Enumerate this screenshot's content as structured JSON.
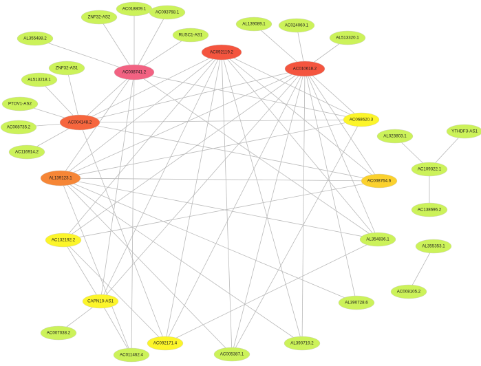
{
  "colors": {
    "green": "#ccf25a",
    "yellow": "#fcf52a",
    "gold": "#fbd12e",
    "orange": "#f68636",
    "red_orange": "#f6663e",
    "red": "#f4553f",
    "pink": "#f26282",
    "edge": "#b9b9b9"
  },
  "nodes": [
    {
      "id": "AC008741.2",
      "label": "AC008741.2",
      "color": "pink",
      "hub": true
    },
    {
      "id": "AC092119.2",
      "label": "AC092119.2",
      "color": "red",
      "hub": true
    },
    {
      "id": "AC010618.2",
      "label": "AC010618.2",
      "color": "red",
      "hub": true
    },
    {
      "id": "AC004148.2",
      "label": "AC004148.2",
      "color": "red_orange",
      "hub": true
    },
    {
      "id": "AL139123.1",
      "label": "AL139123.1",
      "color": "orange",
      "hub": true
    },
    {
      "id": "AC068620.3",
      "label": "AC068620.3",
      "color": "yellow",
      "hub": false
    },
    {
      "id": "AC008764.6",
      "label": "AC008764.6",
      "color": "gold",
      "hub": false
    },
    {
      "id": "AC132192.2",
      "label": "AC132192.2",
      "color": "yellow",
      "hub": false
    },
    {
      "id": "CAPN10-AS1",
      "label": "CAPN10-AS1",
      "color": "yellow",
      "hub": false
    },
    {
      "id": "AC092171.4",
      "label": "AC092171.4",
      "color": "yellow",
      "hub": false
    },
    {
      "id": "AL354836.1",
      "label": "AL354836.1",
      "color": "green",
      "hub": false
    },
    {
      "id": "AL390728.6",
      "label": "AL390728.6",
      "color": "green",
      "hub": false
    },
    {
      "id": "AL390719.2",
      "label": "AL390719.2",
      "color": "green",
      "hub": false
    },
    {
      "id": "AC005387.1",
      "label": "AC005387.1",
      "color": "green",
      "hub": false
    },
    {
      "id": "AC011462.4",
      "label": "AC011462.4",
      "color": "green",
      "hub": false
    },
    {
      "id": "AC007038.2",
      "label": "AC007038.2",
      "color": "green",
      "hub": false
    },
    {
      "id": "AC116914.2",
      "label": "AC116914.2",
      "color": "green",
      "hub": false
    },
    {
      "id": "AC008735.2",
      "label": "AC008735.2",
      "color": "green",
      "hub": false
    },
    {
      "id": "PTOV1-AS2",
      "label": "PTOV1-AS2",
      "color": "green",
      "hub": false
    },
    {
      "id": "AL513218.1",
      "label": "AL513218.1",
      "color": "green",
      "hub": false
    },
    {
      "id": "ZNF32-AS1",
      "label": "ZNF32-AS1",
      "color": "green",
      "hub": false
    },
    {
      "id": "AL355488.2",
      "label": "AL355488.2",
      "color": "green",
      "hub": false
    },
    {
      "id": "ZNF32-AS2",
      "label": "ZNF32-AS2",
      "color": "green",
      "hub": false
    },
    {
      "id": "AC018809.1",
      "label": "AC018809.1",
      "color": "green",
      "hub": false
    },
    {
      "id": "AC093768.1",
      "label": "AC093768.1",
      "color": "green",
      "hub": false
    },
    {
      "id": "RUSC1-AS1",
      "label": "RUSC1-AS1",
      "color": "green",
      "hub": false
    },
    {
      "id": "AL139089.1",
      "label": "AL139089.1",
      "color": "green",
      "hub": false
    },
    {
      "id": "AC024060.1",
      "label": "AC024060.1",
      "color": "green",
      "hub": false
    },
    {
      "id": "AL513320.1",
      "label": "AL513320.1",
      "color": "green",
      "hub": false
    },
    {
      "id": "AL023803.1",
      "label": "AL023803.1",
      "color": "green",
      "hub": false
    },
    {
      "id": "YTHDF3-AS1",
      "label": "YTHDF3-AS1",
      "color": "green",
      "hub": false
    },
    {
      "id": "AC109322.1",
      "label": "AC109322.1",
      "color": "green",
      "hub": false
    },
    {
      "id": "AC138696.2",
      "label": "AC138696.2",
      "color": "green",
      "hub": false
    },
    {
      "id": "AL355353.1",
      "label": "AL355353.1",
      "color": "green",
      "hub": false
    },
    {
      "id": "AC008105.2",
      "label": "AC008105.2",
      "color": "green",
      "hub": false
    }
  ],
  "edges": [
    [
      "AC008741.2",
      "AL355488.2"
    ],
    [
      "AC008741.2",
      "ZNF32-AS2"
    ],
    [
      "AC008741.2",
      "AC018809.1"
    ],
    [
      "AC008741.2",
      "AC093768.1"
    ],
    [
      "AC008741.2",
      "RUSC1-AS1"
    ],
    [
      "AC008741.2",
      "AC004148.2"
    ],
    [
      "AC008741.2",
      "AL139123.1"
    ],
    [
      "AC008741.2",
      "AC068620.3"
    ],
    [
      "AC008741.2",
      "AL354836.1"
    ],
    [
      "AC008741.2",
      "AC011462.4"
    ],
    [
      "AC008741.2",
      "CAPN10-AS1"
    ],
    [
      "AC092119.2",
      "AC004148.2"
    ],
    [
      "AC092119.2",
      "AL139123.1"
    ],
    [
      "AC092119.2",
      "AC132192.2"
    ],
    [
      "AC092119.2",
      "CAPN10-AS1"
    ],
    [
      "AC092119.2",
      "AC068620.3"
    ],
    [
      "AC092119.2",
      "AC008764.6"
    ],
    [
      "AC092119.2",
      "AL354836.1"
    ],
    [
      "AC092119.2",
      "AL390719.2"
    ],
    [
      "AC092119.2",
      "AC092171.4"
    ],
    [
      "AC092119.2",
      "AC005387.1"
    ],
    [
      "AC010618.2",
      "AC024060.1"
    ],
    [
      "AC010618.2",
      "AL513320.1"
    ],
    [
      "AC010618.2",
      "AL139089.1"
    ],
    [
      "AC010618.2",
      "AC004148.2"
    ],
    [
      "AC010618.2",
      "AL139123.1"
    ],
    [
      "AC010618.2",
      "AC068620.3"
    ],
    [
      "AC010618.2",
      "AC008764.6"
    ],
    [
      "AC010618.2",
      "AL354836.1"
    ],
    [
      "AC010618.2",
      "AL390728.6"
    ],
    [
      "AC010618.2",
      "AL390719.2"
    ],
    [
      "AC010618.2",
      "AC092171.4"
    ],
    [
      "AC010618.2",
      "AC005387.1"
    ],
    [
      "AC010618.2",
      "AC132192.2"
    ],
    [
      "AC010618.2",
      "CAPN10-AS1"
    ],
    [
      "AC004148.2",
      "PTOV1-AS2"
    ],
    [
      "AC004148.2",
      "AC008735.2"
    ],
    [
      "AC004148.2",
      "AL513218.1"
    ],
    [
      "AC004148.2",
      "ZNF32-AS1"
    ],
    [
      "AC004148.2",
      "AC116914.2"
    ],
    [
      "AC004148.2",
      "AC068620.3"
    ],
    [
      "AC004148.2",
      "AC008764.6"
    ],
    [
      "AC004148.2",
      "AC092171.4"
    ],
    [
      "AL139123.1",
      "AC068620.3"
    ],
    [
      "AL139123.1",
      "AC008764.6"
    ],
    [
      "AL139123.1",
      "AL354836.1"
    ],
    [
      "AL139123.1",
      "AL390728.6"
    ],
    [
      "AL139123.1",
      "AL390719.2"
    ],
    [
      "AL139123.1",
      "AC005387.1"
    ],
    [
      "AL139123.1",
      "AC011462.4"
    ],
    [
      "AC132192.2",
      "AC008764.6"
    ],
    [
      "AC132192.2",
      "CAPN10-AS1"
    ],
    [
      "AC132192.2",
      "AC092171.4"
    ],
    [
      "CAPN10-AS1",
      "AC007038.2"
    ],
    [
      "CAPN10-AS1",
      "AC011462.4"
    ],
    [
      "AC092171.4",
      "AL354836.1"
    ],
    [
      "AC005387.1",
      "AC068620.3"
    ],
    [
      "AC109322.1",
      "AL023803.1"
    ],
    [
      "AC109322.1",
      "YTHDF3-AS1"
    ],
    [
      "AC109322.1",
      "AC138696.2"
    ],
    [
      "AL355353.1",
      "AC008105.2"
    ]
  ]
}
